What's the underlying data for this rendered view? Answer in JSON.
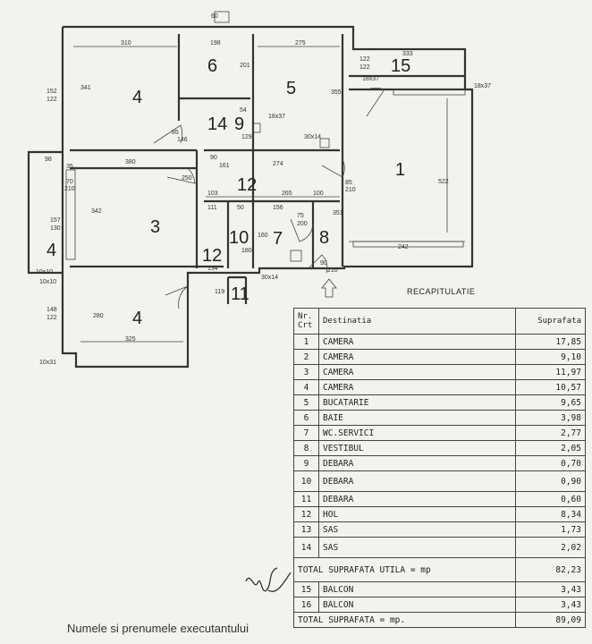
{
  "rooms": {
    "r1": "1",
    "r3": "3",
    "r4a": "4",
    "r4b": "4",
    "r4c": "4",
    "r5": "5",
    "r6": "6",
    "r7": "7",
    "r8": "8",
    "r9": "9",
    "r10": "10",
    "r11": "11",
    "r12a": "12",
    "r12b": "12",
    "r14": "14",
    "r15": "15"
  },
  "dimensions": {
    "d310": "310",
    "d198": "198",
    "d275": "275",
    "d333": "333",
    "d60": "60",
    "d341": "341",
    "d152": "152",
    "d122a": "122",
    "d201": "201",
    "d355": "355",
    "d122b": "122",
    "d122c": "122",
    "d18x37a": "18x37",
    "d18x37b": "18x37",
    "d18x37c": "18x37",
    "d85": "85",
    "d146": "146",
    "d54": "54",
    "d129": "129",
    "d30x14a": "30x14",
    "d98": "98",
    "d35": "35",
    "d380": "380",
    "d90": "90",
    "d161": "161",
    "d274": "274",
    "d522": "522",
    "d70": "70",
    "d210a": "210",
    "d103": "103",
    "d265": "265",
    "d100": "100",
    "d85b": "85",
    "d210b": "210",
    "d342": "342",
    "d157": "157",
    "d130": "130",
    "d111": "111",
    "d50": "50",
    "d156": "156",
    "d75": "75",
    "d200": "200",
    "d351": "351",
    "d160": "160",
    "d180": "180",
    "d242": "242",
    "d10x10a": "10x10",
    "d10x10b": "10x10",
    "d134": "134",
    "d119": "119",
    "d30x14b": "30x14",
    "d148": "148",
    "d122d": "122",
    "d280": "280",
    "d325": "325",
    "d10x31": "10x31",
    "d250": "250",
    "d90b": "90",
    "d210c": "210"
  },
  "recap": {
    "title": "RECAPITULATIE",
    "headers": {
      "nr": "Nr. Crt",
      "dest": "Destinatia",
      "supr": "Suprafata"
    },
    "rows": [
      {
        "nr": "1",
        "dest": "CAMERA",
        "supr": "17,85"
      },
      {
        "nr": "2",
        "dest": "CAMERA",
        "supr": "9,10"
      },
      {
        "nr": "3",
        "dest": "CAMERA",
        "supr": "11,97"
      },
      {
        "nr": "4",
        "dest": "CAMERA",
        "supr": "10,57"
      },
      {
        "nr": "5",
        "dest": "BUCATARIE",
        "supr": "9,65"
      },
      {
        "nr": "6",
        "dest": "BAIE",
        "supr": "3,98"
      },
      {
        "nr": "7",
        "dest": "WC.SERVICI",
        "supr": "2,77"
      },
      {
        "nr": "8",
        "dest": "VESTIBUL",
        "supr": "2,05"
      },
      {
        "nr": "9",
        "dest": "DEBARA",
        "supr": "0,70"
      },
      {
        "nr": "10",
        "dest": "DEBARA",
        "supr": "0,90"
      },
      {
        "nr": "11",
        "dest": "DEBARA",
        "supr": "0,60"
      },
      {
        "nr": "12",
        "dest": "HOL",
        "supr": "8,34"
      },
      {
        "nr": "13",
        "dest": "SAS",
        "supr": "1,73"
      },
      {
        "nr": "14",
        "dest": "SAS",
        "supr": "2,02"
      }
    ],
    "total_util": {
      "label": "TOTAL SUPRAFATA UTILA = mp",
      "value": "82,23"
    },
    "balconies": [
      {
        "nr": "15",
        "dest": "BALCON",
        "supr": "3,43"
      },
      {
        "nr": "16",
        "dest": "BALCON",
        "supr": "3,43"
      }
    ],
    "total": {
      "label": "TOTAL SUPRAFATA = mp.",
      "value": "89,09"
    }
  },
  "executant": "Numele si prenumele executantului"
}
